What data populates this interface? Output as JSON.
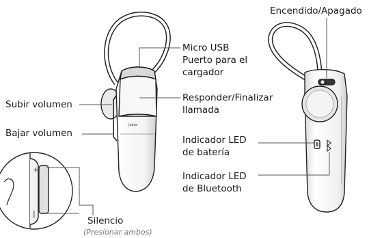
{
  "labels": {
    "power": "Encendido/Apagado",
    "micro_usb_1": "Micro USB",
    "micro_usb_2": "Puerto para el",
    "micro_usb_3": "cargador",
    "answer_1": "Responder/Finalizar",
    "answer_2": "llamada",
    "vol_up": "Subir volumen",
    "vol_down": "Bajar volumen",
    "battery_led_1": "Indicador LED",
    "battery_led_2": "de batería",
    "bt_led_1": "Indicador LED",
    "bt_led_2": "de Bluetooth",
    "mute": "Silencio",
    "mute_hint": "(Presionar ambos)"
  },
  "device": {
    "brand": "Jabra",
    "plus_glyph": "+",
    "minus_glyph": "|"
  },
  "colors": {
    "outline": "#222222",
    "leader": "#555555",
    "body_light": "#ffffff",
    "body_shade": "#d9d9d9"
  }
}
